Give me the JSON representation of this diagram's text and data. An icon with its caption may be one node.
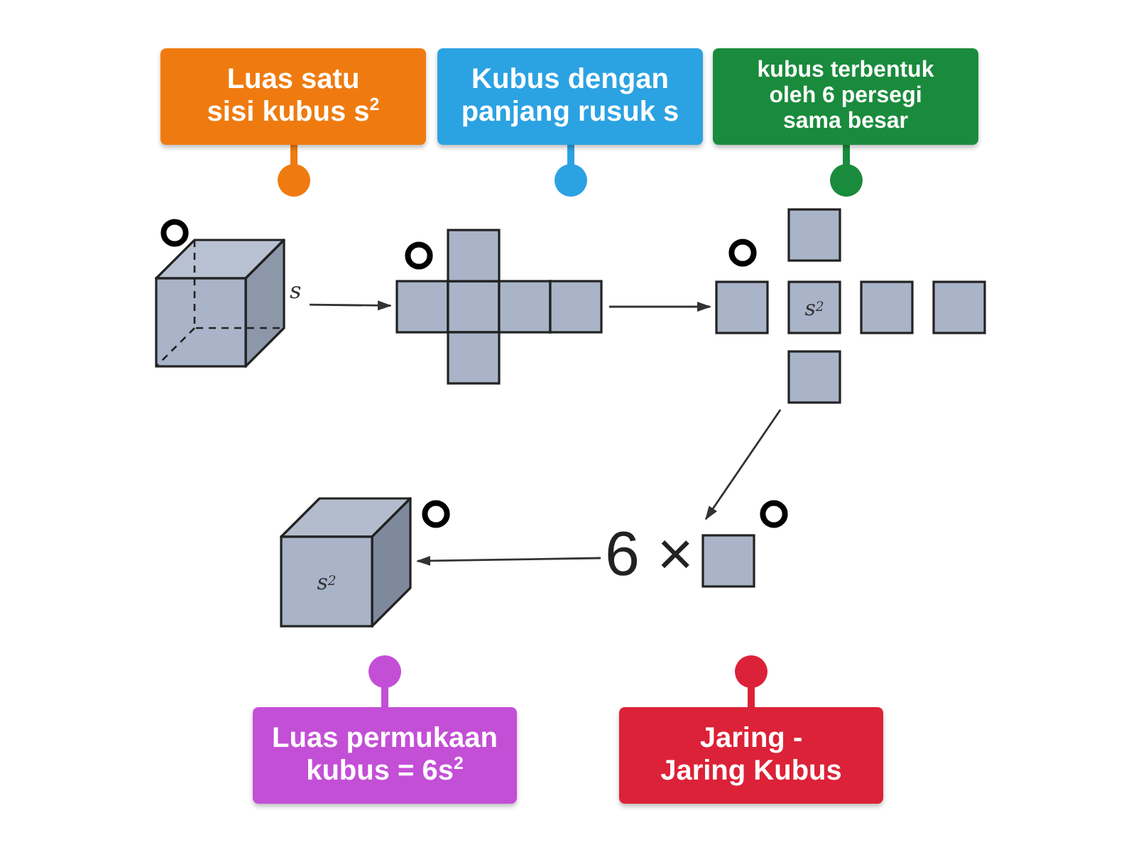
{
  "diagram": {
    "nodes": [
      {
        "text": [
          "Luas satu sisi kubus s$^{2}$"
        ]
      },
      {
        "text": [
          "Kubus dengan panjang rusuk s"
        ]
      },
      {
        "text": [
          "kubus terbentuk oleh 6 persegi sama besar"
        ]
      },
      {
        "text": [],
        "shape": "picture",
        "beside": [
          "s"
        ]
      },
      {
        "text": [],
        "shape": "picture"
      },
      {
        "text": [
          "s$^{2}$"
        ]
      },
      {
        "text": [
          "s$^{2}$"
        ]
      },
      {
        "text": [
          "6 ×"
        ]
      },
      {
        "text": [
          "Luas permukaan kubus = 6s$^{2}$"
        ]
      },
      {
        "text": [
          "Jaring - Jaring Kubus"
        ]
      }
    ],
    "edges": [
      {
        "from": 3,
        "to": 4,
        "arrow": "to"
      },
      {
        "from": 4,
        "to": 5,
        "arrow": "to"
      },
      {
        "from": 5,
        "to": 7,
        "arrow": "to"
      },
      {
        "from": 7,
        "to": 6,
        "arrow": "to"
      }
    ]
  }
}
